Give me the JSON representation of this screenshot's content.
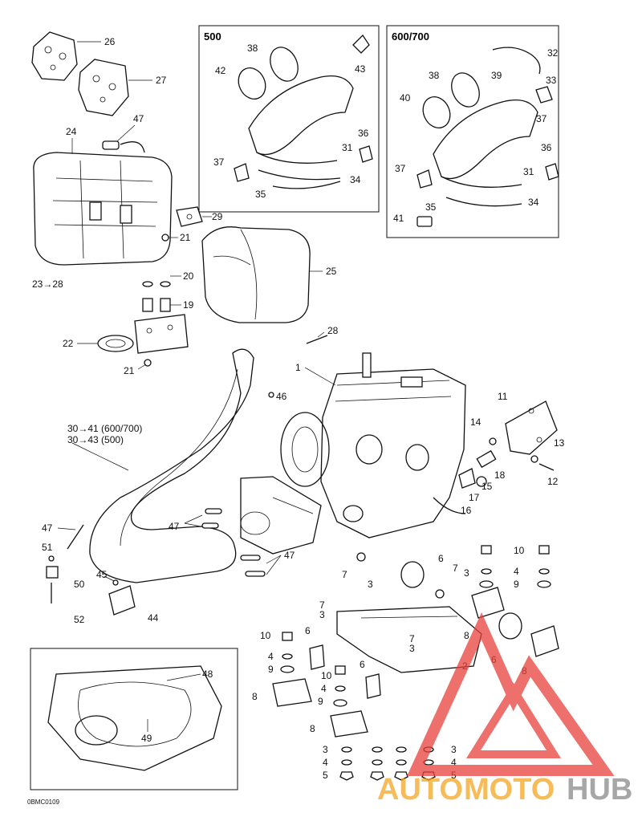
{
  "diagram": {
    "box_labels": {
      "variant_500": "500",
      "variant_600_700": "600/700"
    },
    "figure_code": "0BMC0109",
    "callouts_text": {
      "c30_41": "30→41 (600/700)",
      "c30_43": "30→43 (500)",
      "c23_28": "23→28"
    },
    "numbers": {
      "n1": "1",
      "n2": "2",
      "n3": "3",
      "n4": "4",
      "n5": "5",
      "n6": "6",
      "n7": "7",
      "n8": "8",
      "n9": "9",
      "n10": "10",
      "n11": "11",
      "n12": "12",
      "n13": "13",
      "n14": "14",
      "n15": "15",
      "n16": "16",
      "n17": "17",
      "n18": "18",
      "n19": "19",
      "n20": "20",
      "n21": "21",
      "n22": "22",
      "n24": "24",
      "n25": "25",
      "n26": "26",
      "n27": "27",
      "n28": "28",
      "n29": "29",
      "n31": "31",
      "n32": "32",
      "n33": "33",
      "n34": "34",
      "n35": "35",
      "n36": "36",
      "n37": "37",
      "n38": "38",
      "n39": "39",
      "n40": "40",
      "n41": "41",
      "n42": "42",
      "n43": "43",
      "n44": "44",
      "n45": "45",
      "n46": "46",
      "n47": "47",
      "n48": "48",
      "n49": "49",
      "n50": "50",
      "n51": "51",
      "n52": "52"
    }
  },
  "watermark": {
    "word_auto": "AUTO",
    "word_moto": "MOTO",
    "word_hub": "HUB",
    "color_red": "#e8413c",
    "color_orange": "#f5a623",
    "color_grey": "#8a8a8a"
  }
}
